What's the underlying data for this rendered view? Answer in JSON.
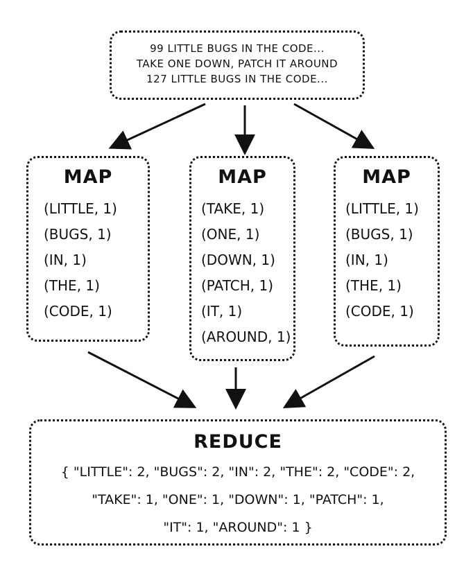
{
  "input": {
    "lines": [
      "99 LITTLE BUGS IN THE CODE...",
      "TAKE ONE DOWN, PATCH IT AROUND",
      "127 LITTLE BUGS IN THE CODE..."
    ]
  },
  "maps": [
    {
      "title": "MAP",
      "pairs": [
        "(LITTLE, 1)",
        "(BUGS, 1)",
        "(IN, 1)",
        "(THE, 1)",
        "(CODE, 1)"
      ]
    },
    {
      "title": "MAP",
      "pairs": [
        "(TAKE, 1)",
        "(ONE, 1)",
        "(DOWN, 1)",
        "(PATCH, 1)",
        "(IT, 1)",
        "(AROUND, 1)"
      ]
    },
    {
      "title": "MAP",
      "pairs": [
        "(LITTLE, 1)",
        "(BUGS, 1)",
        "(IN, 1)",
        "(THE, 1)",
        "(CODE, 1)"
      ]
    }
  ],
  "reduce": {
    "title": "REDUCE",
    "lines": [
      "{ \"LITTLE\": 2, \"BUGS\": 2, \"IN\": 2, \"THE\": 2, \"CODE\": 2,",
      "\"TAKE\": 1, \"ONE\": 1, \"DOWN\": 1, \"PATCH\": 1,",
      "\"IT\": 1, \"AROUND\": 1 }"
    ]
  },
  "colors": {
    "ink": "#111111",
    "background": "#ffffff"
  }
}
